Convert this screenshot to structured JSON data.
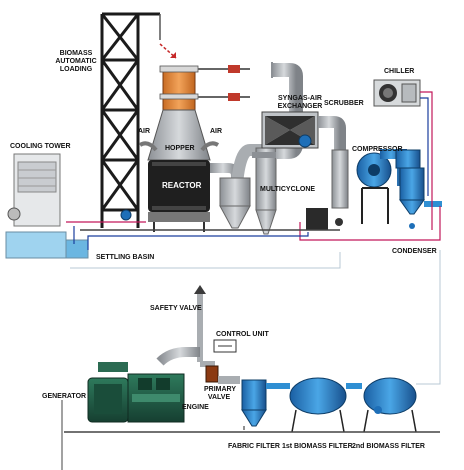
{
  "labels": {
    "biomass_loading": [
      "BIOMASS",
      "AUTOMATIC",
      "LOADING"
    ],
    "air_left": "AIR",
    "air_right": "AIR",
    "hopper": "HOPPER",
    "reactor": "REACTOR",
    "syngas_exchanger": [
      "SYNGAS-AIR",
      "EXCHANGER"
    ],
    "scrubber": "SCRUBBER",
    "chiller": "CHILLER",
    "compressor": "COMPRESSOR",
    "cooling_tower": "COOLING TOWER",
    "multicyclone": "MULTICYCLONE",
    "settling_basin": "SETTLING BASIN",
    "condenser": "CONDENSER",
    "safety_valve": "SAFETY VALVE",
    "control_unit": "CONTROL UNIT",
    "primary_valve": [
      "PRIMARY",
      "VALVE"
    ],
    "generator": "GENERATOR",
    "engine": "ENGINE",
    "fabric_filter": "FABRIC FILTER",
    "biomass_filter_1": "1st BIOMASS FILTER",
    "biomass_filter_2": "2nd BIOMASS FILTER"
  },
  "colors": {
    "pipe_grey": "#a9adb1",
    "hopper_orange": "#e58a3c",
    "reactor_dark": "#1f1f1f",
    "water_blue": "#9fd3ef",
    "compressor_blue": "#2f8fd3",
    "filter_blue": "#1e6fb8",
    "engine_green": "#1f5b45",
    "pipe_red": "#c2185b",
    "pipe_blue": "#1a3e9e"
  }
}
